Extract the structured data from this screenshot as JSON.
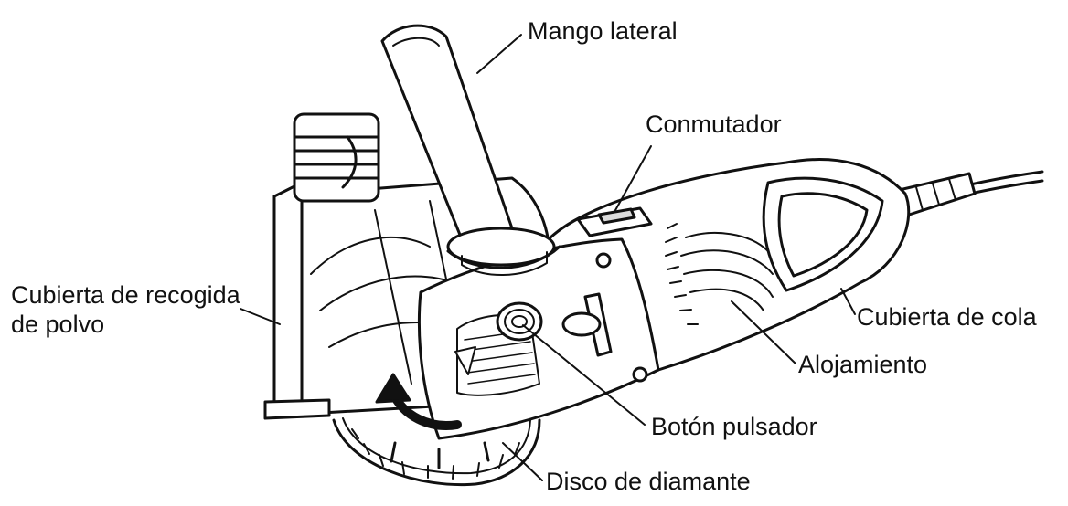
{
  "labels": {
    "side_handle": "Mango lateral",
    "switch": "Conmutador",
    "dust_cover": {
      "line1": "Cubierta de recogida",
      "line2": "de polvo"
    },
    "tail_cover": "Cubierta de cola",
    "housing": "Alojamiento",
    "push_button": "Botón pulsador",
    "diamond_wheel": "Disco de diamante"
  },
  "colors": {
    "ink": "#111111",
    "paper": "#ffffff",
    "shade": "#dcdcdc"
  }
}
